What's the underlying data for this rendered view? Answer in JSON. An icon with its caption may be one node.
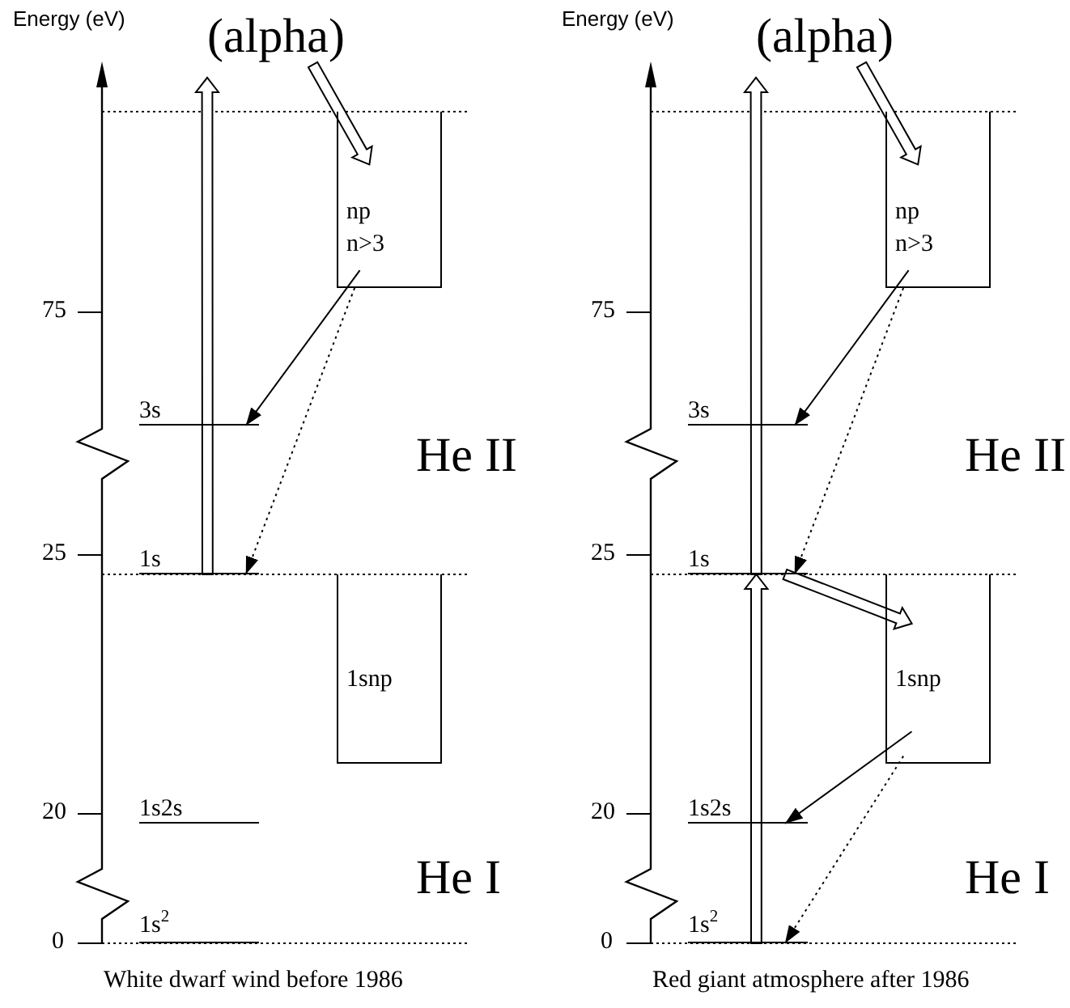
{
  "diagram": {
    "nodes": [
      {
        "text": [
          "(alpha)"
        ]
      },
      {
        "text": [
          "np n>3"
        ]
      },
      {
        "text": [
          "3s"
        ]
      },
      {
        "text": [
          "1s"
        ]
      },
      {
        "text": [
          "1snp"
        ]
      },
      {
        "text": [
          "1s2s"
        ]
      },
      {
        "text": [
          "1s$^{2}$"
        ]
      },
      {
        "text": [
          "(alpha)"
        ]
      },
      {
        "text": [
          "np n>3"
        ]
      },
      {
        "text": [
          "3s"
        ]
      },
      {
        "text": [
          "1s"
        ]
      },
      {
        "text": [
          "1snp"
        ]
      },
      {
        "text": [
          "1s2s"
        ]
      },
      {
        "text": [
          "1s$^{2}$"
        ]
      }
    ],
    "edges": [
      {
        "from": 0,
        "to": 1,
        "arrow": "to",
        "style": "thick"
      },
      {
        "from": 1,
        "to": 2,
        "arrow": "to"
      },
      {
        "from": 1,
        "to": 3,
        "arrow": "to",
        "style": "dashed"
      },
      {
        "from": 3,
        "to": null,
        "arrow": "to",
        "style": "thick"
      },
      {
        "from": 7,
        "to": 8,
        "arrow": "to",
        "style": "thick"
      },
      {
        "from": 8,
        "to": 9,
        "arrow": "to"
      },
      {
        "from": 8,
        "to": 10,
        "arrow": "to",
        "style": "dashed"
      },
      {
        "from": 13,
        "to": 10,
        "arrow": "to",
        "style": "thick"
      },
      {
        "from": 10,
        "to": null,
        "arrow": "to",
        "style": "thick"
      },
      {
        "from": 10,
        "to": 11,
        "arrow": "to",
        "style": "thick"
      },
      {
        "from": 11,
        "to": 12,
        "arrow": "to"
      },
      {
        "from": 11,
        "to": 13,
        "arrow": "to",
        "style": "dashed"
      }
    ],
    "labels": [
      "Energy (eV)",
      "75",
      "25",
      "20",
      "0",
      "He II",
      "He I",
      "White dwarf wind before 1986",
      "Energy (eV)",
      "75",
      "25",
      "20",
      "0",
      "He II",
      "He I",
      "Red giant atmosphere after 1986"
    ]
  }
}
